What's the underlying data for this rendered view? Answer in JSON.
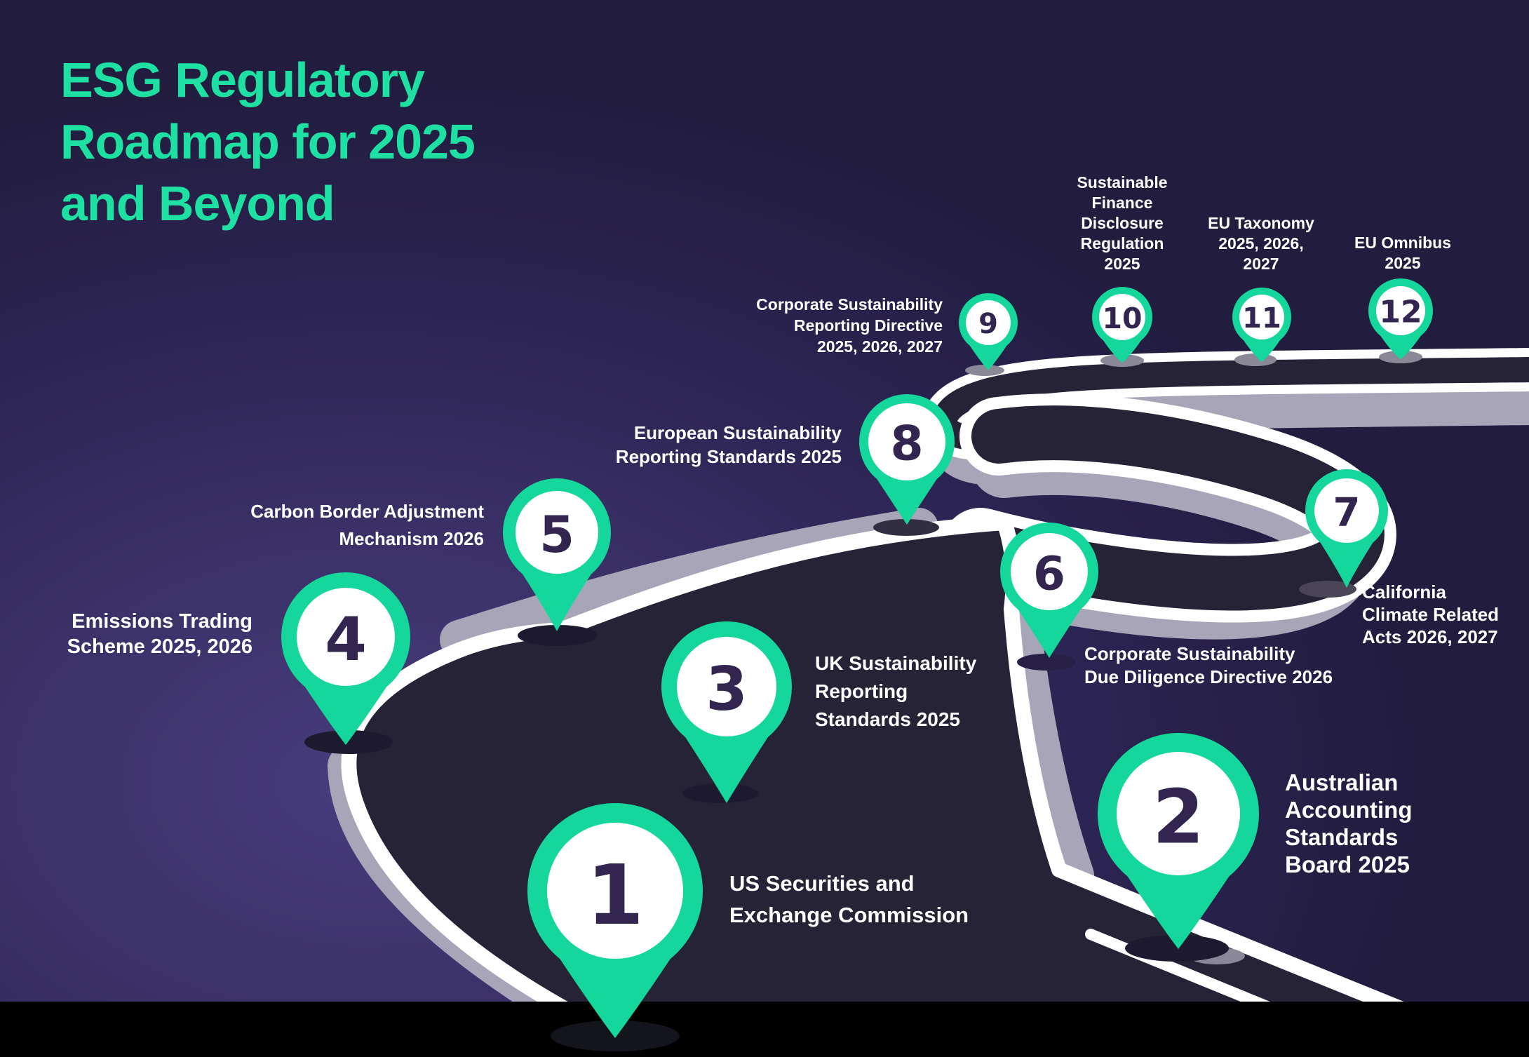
{
  "title": "ESG Regulatory\nRoadmap for 2025\nand Beyond",
  "pins": [
    {
      "number": "1",
      "label": "US Securities and\nExchange Commission"
    },
    {
      "number": "2",
      "label": "Australian\nAccounting\nStandards\nBoard 2025"
    },
    {
      "number": "3",
      "label": "UK Sustainability\nReporting\nStandards 2025"
    },
    {
      "number": "4",
      "label": "Emissions Trading\nScheme 2025, 2026"
    },
    {
      "number": "5",
      "label": "Carbon Border Adjustment\nMechanism 2026"
    },
    {
      "number": "6",
      "label": "Corporate Sustainability\nDue Diligence Directive 2026"
    },
    {
      "number": "7",
      "label": "California\nClimate Related\nActs 2026, 2027"
    },
    {
      "number": "8",
      "label": "European Sustainability\nReporting Standards 2025"
    },
    {
      "number": "9",
      "label": "Corporate Sustainability\nReporting Directive\n2025, 2026, 2027"
    },
    {
      "number": "10",
      "label": "Sustainable\nFinance\nDisclosure\nRegulation\n2025"
    },
    {
      "number": "11",
      "label": "EU Taxonomy\n2025, 2026,\n2027"
    },
    {
      "number": "12",
      "label": "EU Omnibus\n2025"
    }
  ],
  "colors": {
    "title_green": "#1fe0a3",
    "pin_green": "#15d79b",
    "number_navy": "#32254f",
    "road_asphalt": "#262337",
    "road_edge_white": "#ffffff",
    "road_shoulder_gray": "#a9a5b9",
    "background_purple": "#342b5e",
    "bottom_strip_black": "#000000",
    "label_white": "#ffffff"
  }
}
